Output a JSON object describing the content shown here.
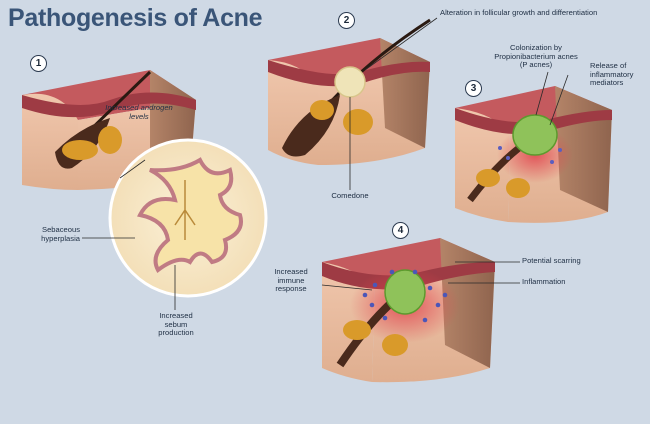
{
  "title": "Pathogenesis of Acne",
  "steps": [
    "1",
    "2",
    "3",
    "4"
  ],
  "labels": {
    "increased_androgen": "Increased androgen levels",
    "sebaceous_hyperplasia": "Sebaceous hyperplasia",
    "increased_sebum": "Increased sebum production",
    "alteration": "Alteration in follicular growth and differentiation",
    "comedone": "Comedone",
    "colonization": "Colonization by Propionibacterium acnes (P acnes)",
    "release": "Release of inflammatory mediators",
    "potential_scarring": "Potential scarring",
    "increased_immune": "Increased immune response",
    "inflammation": "Inflammation"
  },
  "colors": {
    "background": "#cfd9e5",
    "title": "#3a5578",
    "skin_top": "#b1535a",
    "skin_body": "#e6b89c",
    "sebaceous_gland": "#d99a2a",
    "bacteria": "#6fae3f",
    "inflammation": "#d8454f"
  },
  "icons": [
    "hair-follicle",
    "sebaceous-gland",
    "comedone-plug",
    "bacteria-cluster",
    "inflammatory-cells"
  ]
}
